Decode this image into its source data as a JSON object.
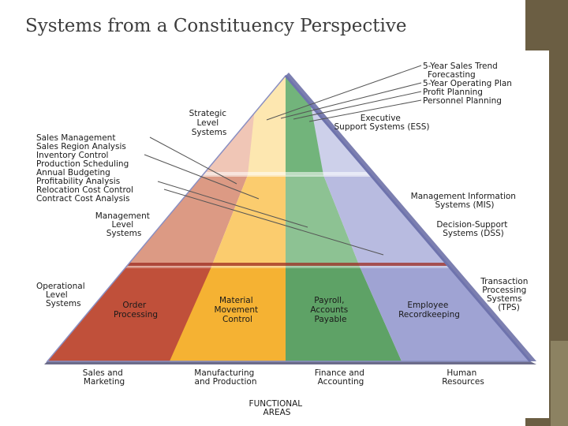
{
  "slide": {
    "title": "Systems from a Constituency Perspective"
  },
  "levels": {
    "strategic": [
      "Strategic",
      "Level",
      "Systems"
    ],
    "management": [
      "Management",
      "Level",
      "Systems"
    ],
    "operational": [
      "Operational",
      "Level",
      "Systems"
    ]
  },
  "ess": {
    "label": [
      "Executive",
      "Support Systems (ESS)"
    ],
    "items": [
      "5-Year Sales Trend",
      "Forecasting",
      "5-Year Operating Plan",
      "Profit Planning",
      "Personnel Planning"
    ]
  },
  "management_items": [
    "Sales Management",
    "Sales Region Analysis",
    "Inventory Control",
    "Production Scheduling",
    "Annual Budgeting",
    "Profitability Analysis",
    "Relocation Cost Control",
    "Contract Cost Analysis"
  ],
  "mis": [
    "Management Information",
    "Systems (MIS)"
  ],
  "dss": [
    "Decision-Support",
    "Systems (DSS)"
  ],
  "tps": [
    "Transaction",
    "Processing",
    "Systems",
    "(TPS)"
  ],
  "operational_items": {
    "sales": [
      "Order",
      "Processing"
    ],
    "manufacturing": [
      "Material",
      "Movement",
      "Control"
    ],
    "finance": [
      "Payroll,",
      "Accounts",
      "Payable"
    ],
    "hr": [
      "Employee",
      "Recordkeeping"
    ]
  },
  "functional_areas": {
    "sales": [
      "Sales and",
      "Marketing"
    ],
    "manufacturing": [
      "Manufacturing",
      "and Production"
    ],
    "finance": [
      "Finance and",
      "Accounting"
    ],
    "hr": [
      "Human",
      "Resources"
    ],
    "caption": [
      "FUNCTIONAL",
      "AREAS"
    ]
  },
  "colors": {
    "sales": "#c0503a",
    "manufacturing": "#f5b233",
    "finance": "#62a86b",
    "hr": "#9a9fd0",
    "right_bar": "#6b5e43"
  }
}
